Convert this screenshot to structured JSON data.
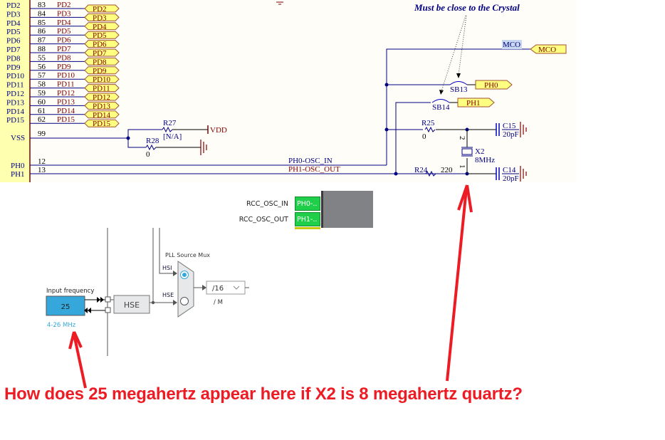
{
  "schematic": {
    "left_pins": [
      "PD2",
      "PD3",
      "PD4",
      "PD5",
      "PD6",
      "PD7",
      "PD8",
      "PD9",
      "PD10",
      "PD11",
      "PD12",
      "PD13",
      "PD14",
      "PD15"
    ],
    "pin_numbers": [
      "83",
      "84",
      "85",
      "86",
      "87",
      "88",
      "55",
      "56",
      "57",
      "58",
      "59",
      "60",
      "61",
      "62"
    ],
    "net_names": [
      "PD2",
      "PD3",
      "PD4",
      "PD5",
      "PD6",
      "PD7",
      "PD8",
      "PD9",
      "PD10",
      "PD11",
      "PD12",
      "PD13",
      "PD14",
      "PD15"
    ],
    "port_labels": [
      "PD2",
      "PD3",
      "PD4",
      "PD5",
      "PD6",
      "PD7",
      "PD8",
      "PD9",
      "PD10",
      "PD11",
      "PD12",
      "PD13",
      "PD14",
      "PD15"
    ],
    "vss": {
      "label": "VSS",
      "pin": "99"
    },
    "ph0": {
      "label": "PH0",
      "pin": "12",
      "net": "PH0-OSC_IN"
    },
    "ph1": {
      "label": "PH1",
      "pin": "13",
      "net": "PH1-OSC_OUT"
    },
    "r27": {
      "name": "R27",
      "value": "[N/A]"
    },
    "vdd": "VDD",
    "r28": {
      "name": "R28",
      "value": "0"
    },
    "note": "Must be close to the Crystal",
    "mco_net": "MCO",
    "mco_port": "MCO",
    "sb13": "SB13",
    "sb14": "SB14",
    "ph0_port": "PH0",
    "ph1_port": "PH1",
    "r25": {
      "name": "R25",
      "value": "0"
    },
    "r24": {
      "name": "R24",
      "value": "220"
    },
    "x2": {
      "name": "X2",
      "value": "8MHz",
      "pin1": "1",
      "pin2": "2"
    },
    "c15": {
      "name": "C15",
      "value": "20pF"
    },
    "c14": {
      "name": "C14",
      "value": "20pF"
    }
  },
  "pinout": {
    "rows": [
      {
        "label": "RCC_OSC_IN",
        "value": "PH0-.."
      },
      {
        "label": "RCC_OSC_OUT",
        "value": "PH1-.."
      }
    ]
  },
  "clock_config": {
    "input_frequency_label": "Input frequency",
    "input_value": "25",
    "range": "4-26 MHz",
    "hse_label": "HSE",
    "mux_title": "PLL Source Mux",
    "mux_hsi": "HSI",
    "mux_hse": "HSE",
    "selected_source": "HSI",
    "divider_value": "/16",
    "divider_caption": "/ M"
  },
  "annotation": {
    "question": "How does 25 megahertz appear here if X2 is 8 megahertz quartz?",
    "color": "#ed1c24"
  }
}
